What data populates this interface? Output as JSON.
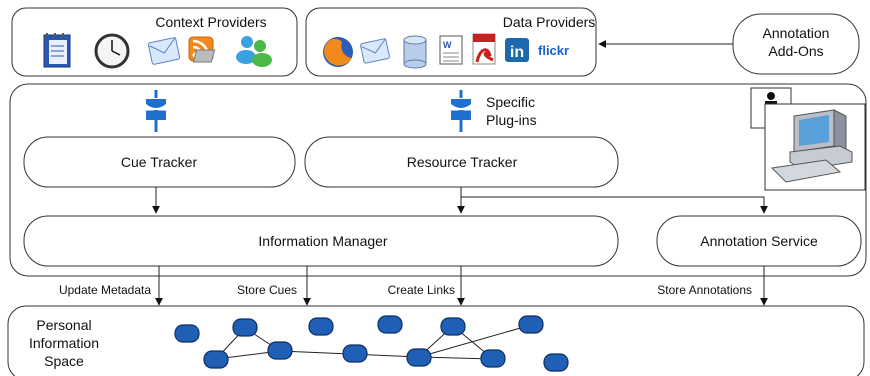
{
  "context_providers": {
    "title": "Context Providers",
    "icons": [
      "calendar-icon",
      "clock-icon",
      "email-icon",
      "rss-feed-icon",
      "messenger-icon"
    ]
  },
  "data_providers": {
    "title": "Data Providers",
    "icons": [
      "firefox-icon",
      "email-icon",
      "database-icon",
      "word-document-icon",
      "pdf-icon",
      "linkedin-icon",
      "flickr-icon"
    ],
    "linkedin_text": "in",
    "flickr_text": "flickr"
  },
  "annotation_addons": {
    "line1": "Annotation",
    "line2": "Add-Ons"
  },
  "plugins": {
    "line1": "Specific",
    "line2": "Plug-ins"
  },
  "cue_tracker": {
    "label": "Cue Tracker"
  },
  "resource_tracker": {
    "label": "Resource Tracker"
  },
  "information_manager": {
    "label": "Information Manager"
  },
  "annotation_service": {
    "label": "Annotation Service"
  },
  "flows": {
    "update_metadata": "Update Metadata",
    "store_cues": "Store Cues",
    "create_links": "Create Links",
    "store_annotations": "Store Annotations"
  },
  "personal_space": {
    "line1": "Personal",
    "line2": "Information",
    "line3": "Space"
  },
  "colors": {
    "plug_blue": "#1f6fd0",
    "node_blue": "#1f5fb5",
    "border": "#333333"
  }
}
